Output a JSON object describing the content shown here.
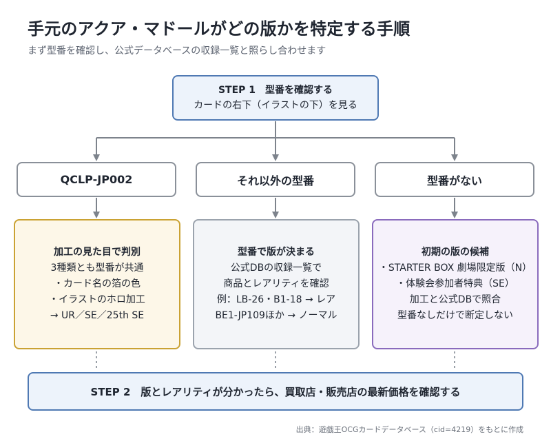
{
  "title": "手元のアクア・マドールがどの版かを特定する手順",
  "subtitle": "まず型番を確認し、公式データベースの収録一覧と照らし合わせます",
  "step1": {
    "line1": "STEP 1　型番を確認する",
    "line2": "カードの右下（イラストの下）を見る"
  },
  "branches": [
    {
      "label": "QCLP-JP002",
      "detail": [
        "加工の見た目で判別",
        "3種類とも型番が共通",
        "・カード名の箔の色",
        "・イラストのホロ加工",
        "→ UR／SE／25th SE"
      ]
    },
    {
      "label": "それ以外の型番",
      "detail": [
        "型番で版が決まる",
        "公式DBの収録一覧で",
        "商品とレアリティを確認",
        "例：LB-26・B1-18 → レア",
        "BE1-JP109ほか → ノーマル"
      ]
    },
    {
      "label": "型番がない",
      "detail": [
        "初期の版の候補",
        "・STARTER BOX 劇場限定版（N）",
        "・体験会参加者特典（SE）",
        "加工と公式DBで照合",
        "型番なしだけで断定しない"
      ]
    }
  ],
  "step2": "STEP 2　版とレアリティが分かったら、買取店・販売店の最新価格を確認する",
  "source": "出典：遊戯王OCGカードデータベース（cid=4219）をもとに作成",
  "colors": {
    "step_border": "#4f79b3",
    "step_fill": "#edf3fb",
    "branch_a_border": "#caa233",
    "branch_a_fill": "#fdf7e8",
    "branch_b_border": "#9ba3ad",
    "branch_b_fill": "#f3f5f8",
    "branch_c_border": "#8a6bbd",
    "branch_c_fill": "#f6f2fb",
    "connector": "#7d838c"
  }
}
